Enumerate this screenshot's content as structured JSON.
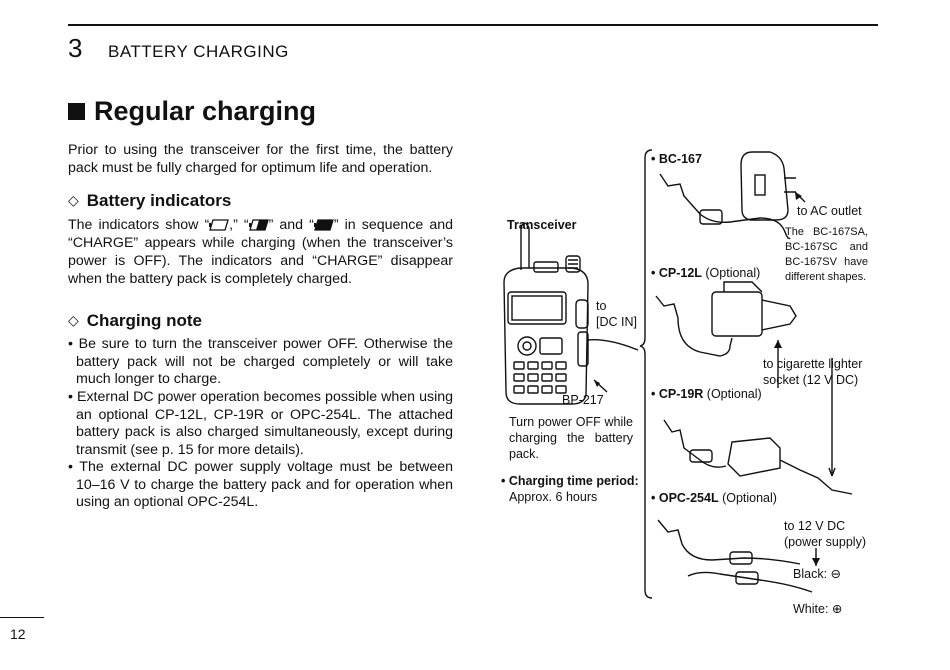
{
  "header": {
    "chapter_number": "3",
    "chapter_title": "BATTERY CHARGING"
  },
  "section": {
    "title": "Regular charging",
    "intro": "Prior to using the transceiver for the first time, the battery pack must be fully charged for optimum life and operation."
  },
  "battery_indicators": {
    "heading": "Battery indicators",
    "text_part1": "The indicators show “",
    "text_sep1": ",” “",
    "text_sep2": "” and “",
    "text_part2": "” in sequence and “CHARGE” appears while charging (when the transceiver’s power is OFF). The indicators and “CHARGE” disappear when the battery pack is completely charged."
  },
  "charging_note": {
    "heading": "Charging note",
    "bullets": [
      "• Be sure to turn the transceiver power OFF. Otherwise the battery pack will not be charged completely or will take much longer to charge.",
      "• External DC power operation becomes possible when using an optional CP-12L, CP-19R or OPC-254L. The attached battery pack is also charged simultaneously, except during transmit (see p. 15 for more details).",
      "• The external DC power supply voltage must be between 10–16 V to charge the battery pack and for operation when using an optional OPC-254L."
    ]
  },
  "diagram": {
    "transceiver_label": "Transceiver",
    "dc_in_line1": "to",
    "dc_in_line2": "[DC IN]",
    "bp217": "BP-217",
    "power_off_note": "Turn power OFF while charging the battery pack.",
    "charging_time_label": "• Charging time period:",
    "charging_time_value": "Approx. 6 hours",
    "bc167": "• BC-167",
    "to_ac_outlet": "to AC outlet",
    "bc167_note": "The BC-167SA, BC-167SC and BC-167SV have different shapes.",
    "cp12l_name": "• CP-12L",
    "cp12l_opt": " (Optional)",
    "cigarette_note": "to cigarette lighter socket (12 V DC)",
    "cp19r_name": "• CP-19R",
    "cp19r_opt": " (Optional)",
    "opc254l_name": "• OPC-254L",
    "opc254l_opt": " (Optional)",
    "to_12v_dc": "to 12 V DC (power supply)",
    "black": "Black: ⊖",
    "white": "White: ⊕"
  },
  "footer": {
    "page_number": "12"
  },
  "icons": [
    "battery-empty-icon",
    "battery-half-icon",
    "battery-full-icon",
    "square-bullet-icon",
    "diamond-icon"
  ]
}
